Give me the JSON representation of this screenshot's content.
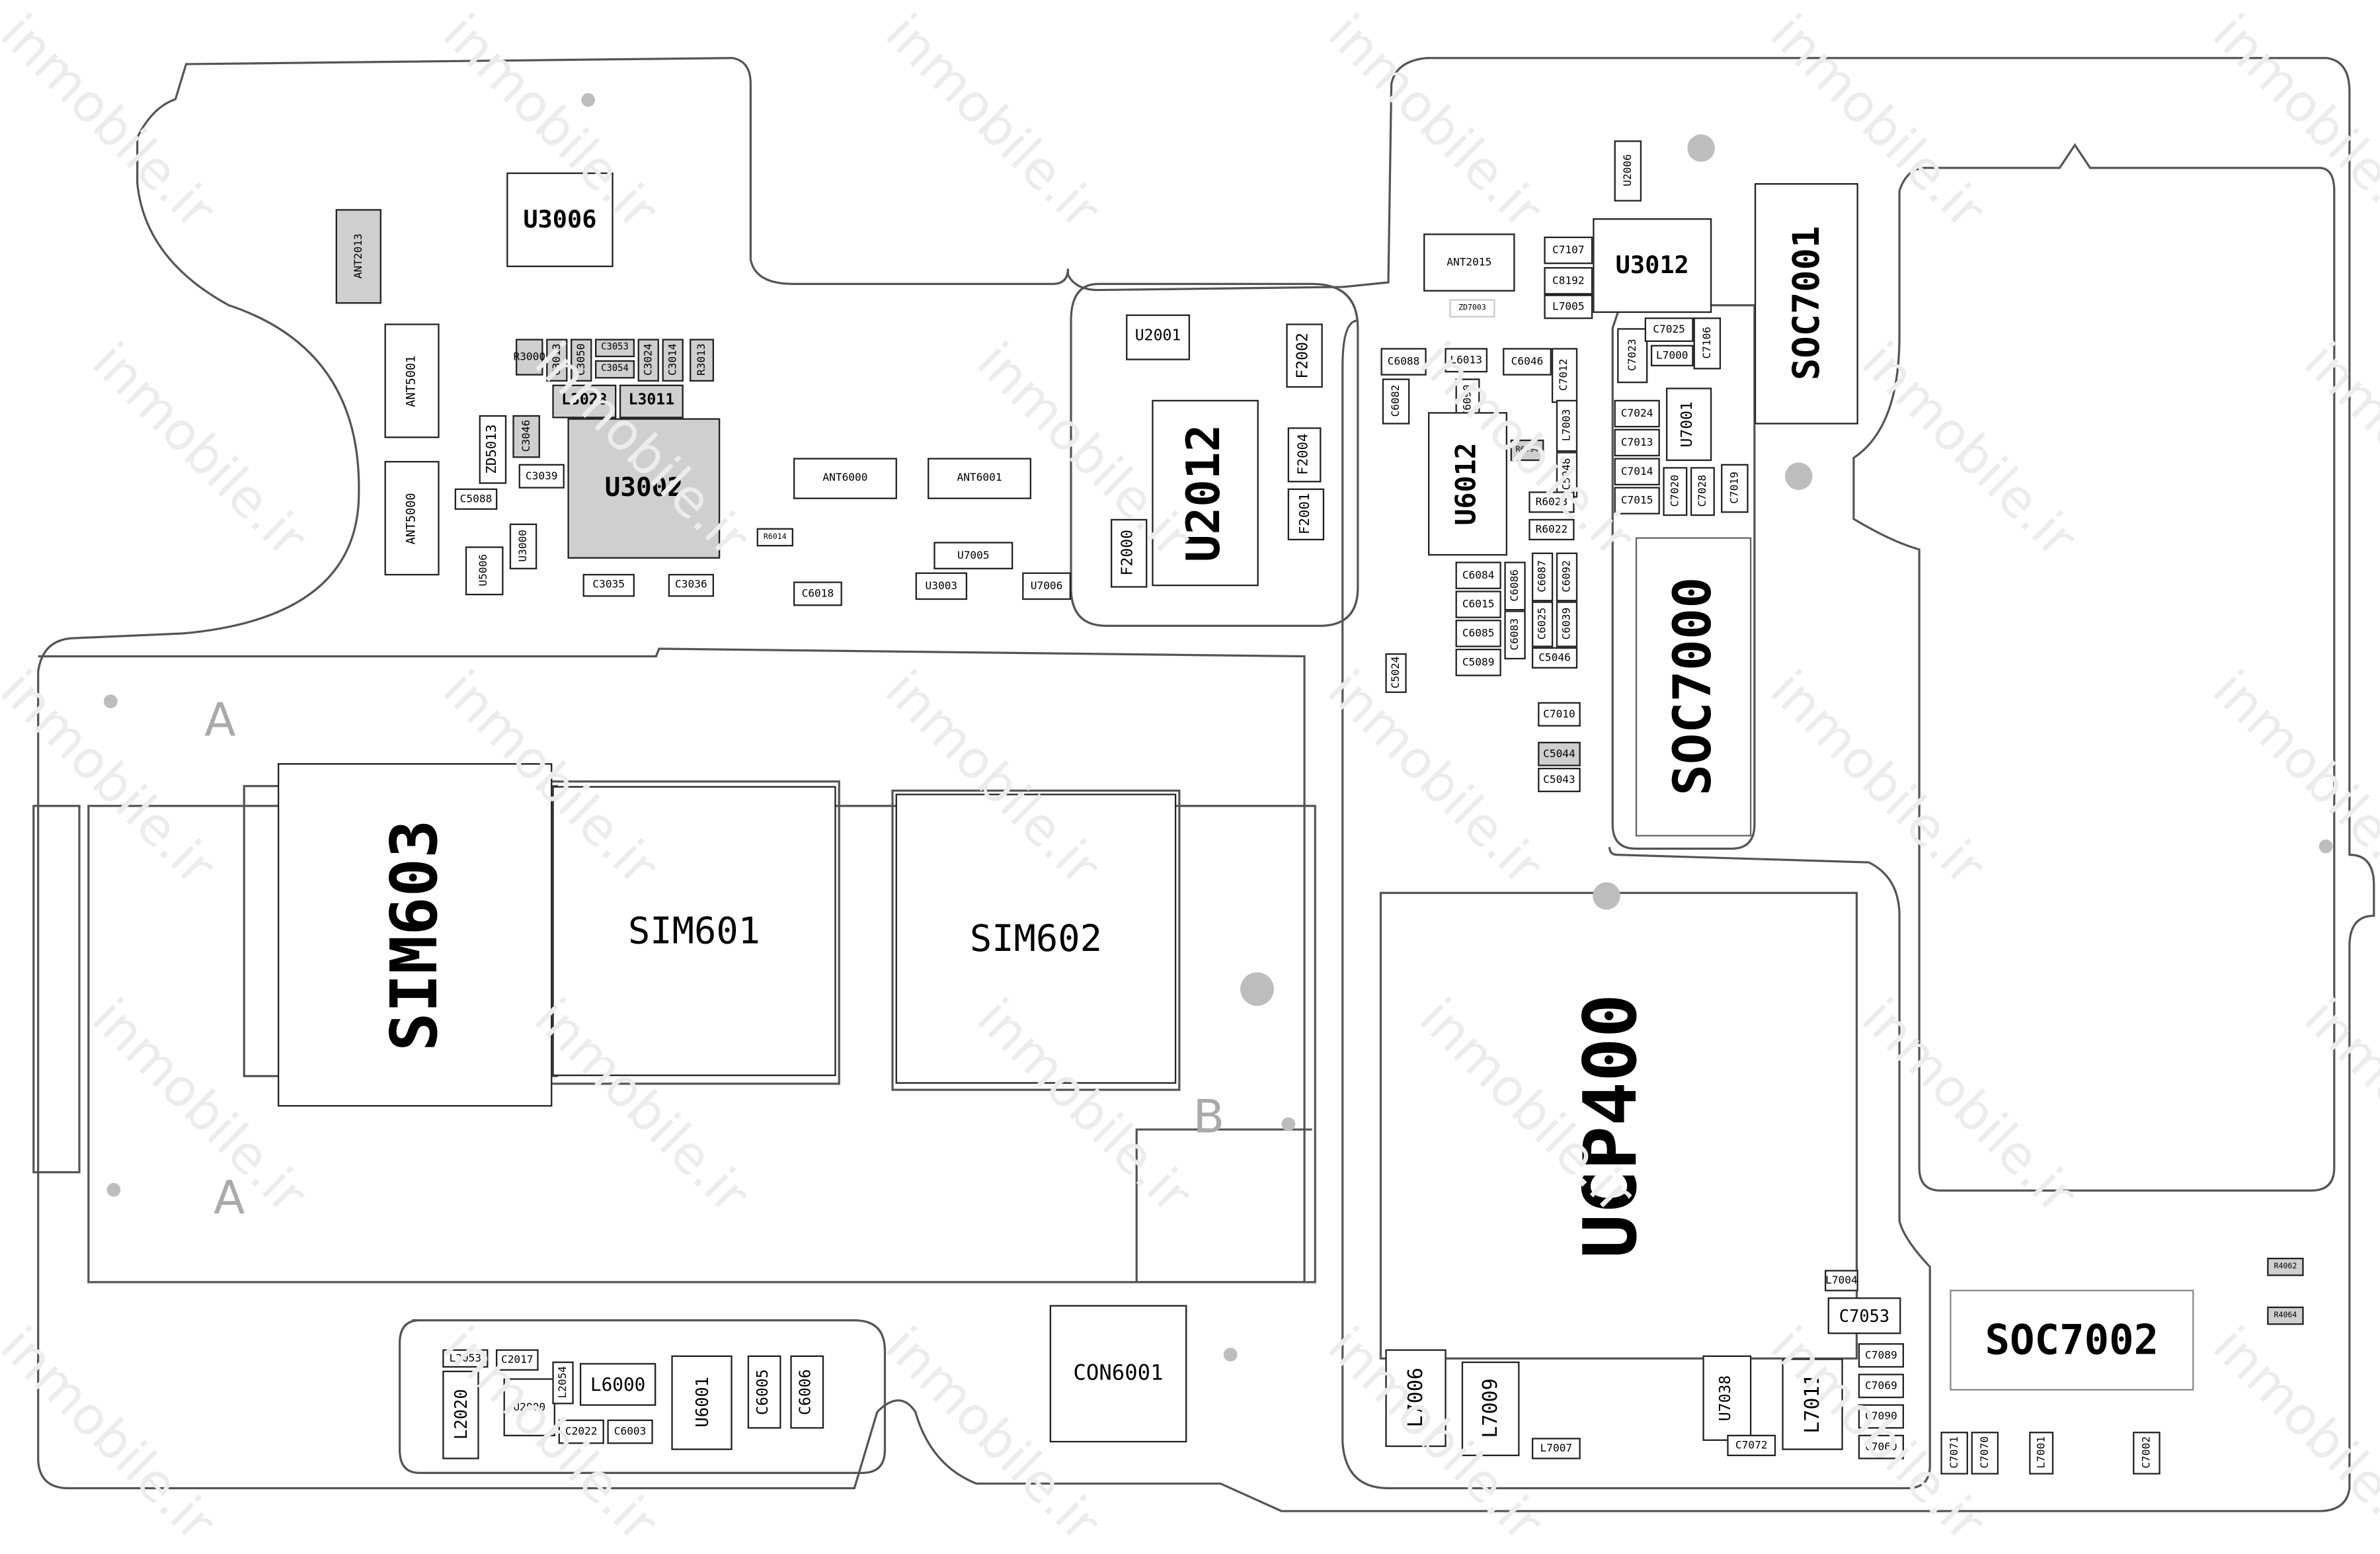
{
  "watermark": "inmobile.ir",
  "zone_marks": {
    "a1": "A",
    "a2": "A",
    "b": "B"
  },
  "components": {
    "U3006": "U3006",
    "ANT2013": "ANT2013",
    "ANT5001": "ANT5001",
    "ANT5000": "ANT5000",
    "U3002": "U3002",
    "L3028": "L3028",
    "L3011": "L3011",
    "C3046": "C3046",
    "ZD5013": "ZD5013",
    "C3039": "C3039",
    "C5088": "C5088",
    "U3000": "U3000",
    "U5006": "U5006",
    "C3035": "C3035",
    "C3036": "C3036",
    "C3053": "C3053",
    "C3054": "C3054",
    "R3000": "R3000",
    "R3013": "R3013",
    "C3013": "C3013",
    "C3050": "C3050",
    "C3024": "C3024",
    "C3014": "C3014",
    "ANT6000": "ANT6000",
    "ANT6001": "ANT6001",
    "U7005": "U7005",
    "U3003": "U3003",
    "U7006": "U7006",
    "C6018": "C6018",
    "R6014": "R6014",
    "U2001": "U2001",
    "U2012": "U2012",
    "F2002": "F2002",
    "F2000": "F2000",
    "F2001": "F2001",
    "F2004": "F2004",
    "ANT2015": "ANT2015",
    "ZD7003": "ZD7003",
    "C7107": "C7107",
    "C8192": "C8192",
    "L7005": "L7005",
    "U3012": "U3012",
    "U2006": "U2006",
    "SOC7001": "SOC7001",
    "U6012": "U6012",
    "C6088": "C6088",
    "L6013": "L6013",
    "C6046": "C6046",
    "C6082": "C6082",
    "C6090": "C6090",
    "C7012": "C7012",
    "L7003": "L7003",
    "C5048": "C5048",
    "R6023": "R6023",
    "R6022": "R6022",
    "C6084": "C6084",
    "C6015": "C6015",
    "C6085": "C6085",
    "C5089": "C5089",
    "C6086": "C6086",
    "C6083": "C6083",
    "C6087": "C6087",
    "C6092": "C6092",
    "C6025": "C6025",
    "C6039": "C6039",
    "C5046": "C5046",
    "C5024": "C5024",
    "C7010": "C7010",
    "C5044": "C5044",
    "C5043": "C5043",
    "C7025": "C7025",
    "L7000": "L7000",
    "C7106": "C7106",
    "C7023": "C7023",
    "C7024": "C7024",
    "C7013": "C7013",
    "C7014": "C7014",
    "C7015": "C7015",
    "C7020": "C7020",
    "C7028": "C7028",
    "C7019": "C7019",
    "U7001": "U7001",
    "SOC7000": "SOC7000",
    "UCP400": "UCP400",
    "SOC7002": "SOC7002",
    "SIM603": "SIM603",
    "SIM601": "SIM601",
    "SIM602": "SIM602",
    "CON6001": "CON6001",
    "L7006": "L7006",
    "L7009": "L7009",
    "L7011": "L7011",
    "U7038": "U7038",
    "C7053": "C7053",
    "L7004": "L7004",
    "C7072": "C7072",
    "L7007": "L7007",
    "C7089": "C7089",
    "C7069": "C7069",
    "C7090": "C7090",
    "C7060": "C7060",
    "C7071": "C7071",
    "C7070": "C7070",
    "L7001": "L7001",
    "C7002": "C7002",
    "R4062": "R4062",
    "R4064": "R4064",
    "L2020": "L2020",
    "U2000": "U2000",
    "L6000": "L6000",
    "U6001": "U6001",
    "C6005": "C6005",
    "C6006": "C6006",
    "C2017": "C2017",
    "L2053": "L2053",
    "C2022": "C2022",
    "C6003": "C6003",
    "L2054": "L2054"
  },
  "colors": {
    "outline": "#555555",
    "component_border": "#222222",
    "shaded": "#cfcfcf",
    "via_dot": "#bdbdbd"
  }
}
